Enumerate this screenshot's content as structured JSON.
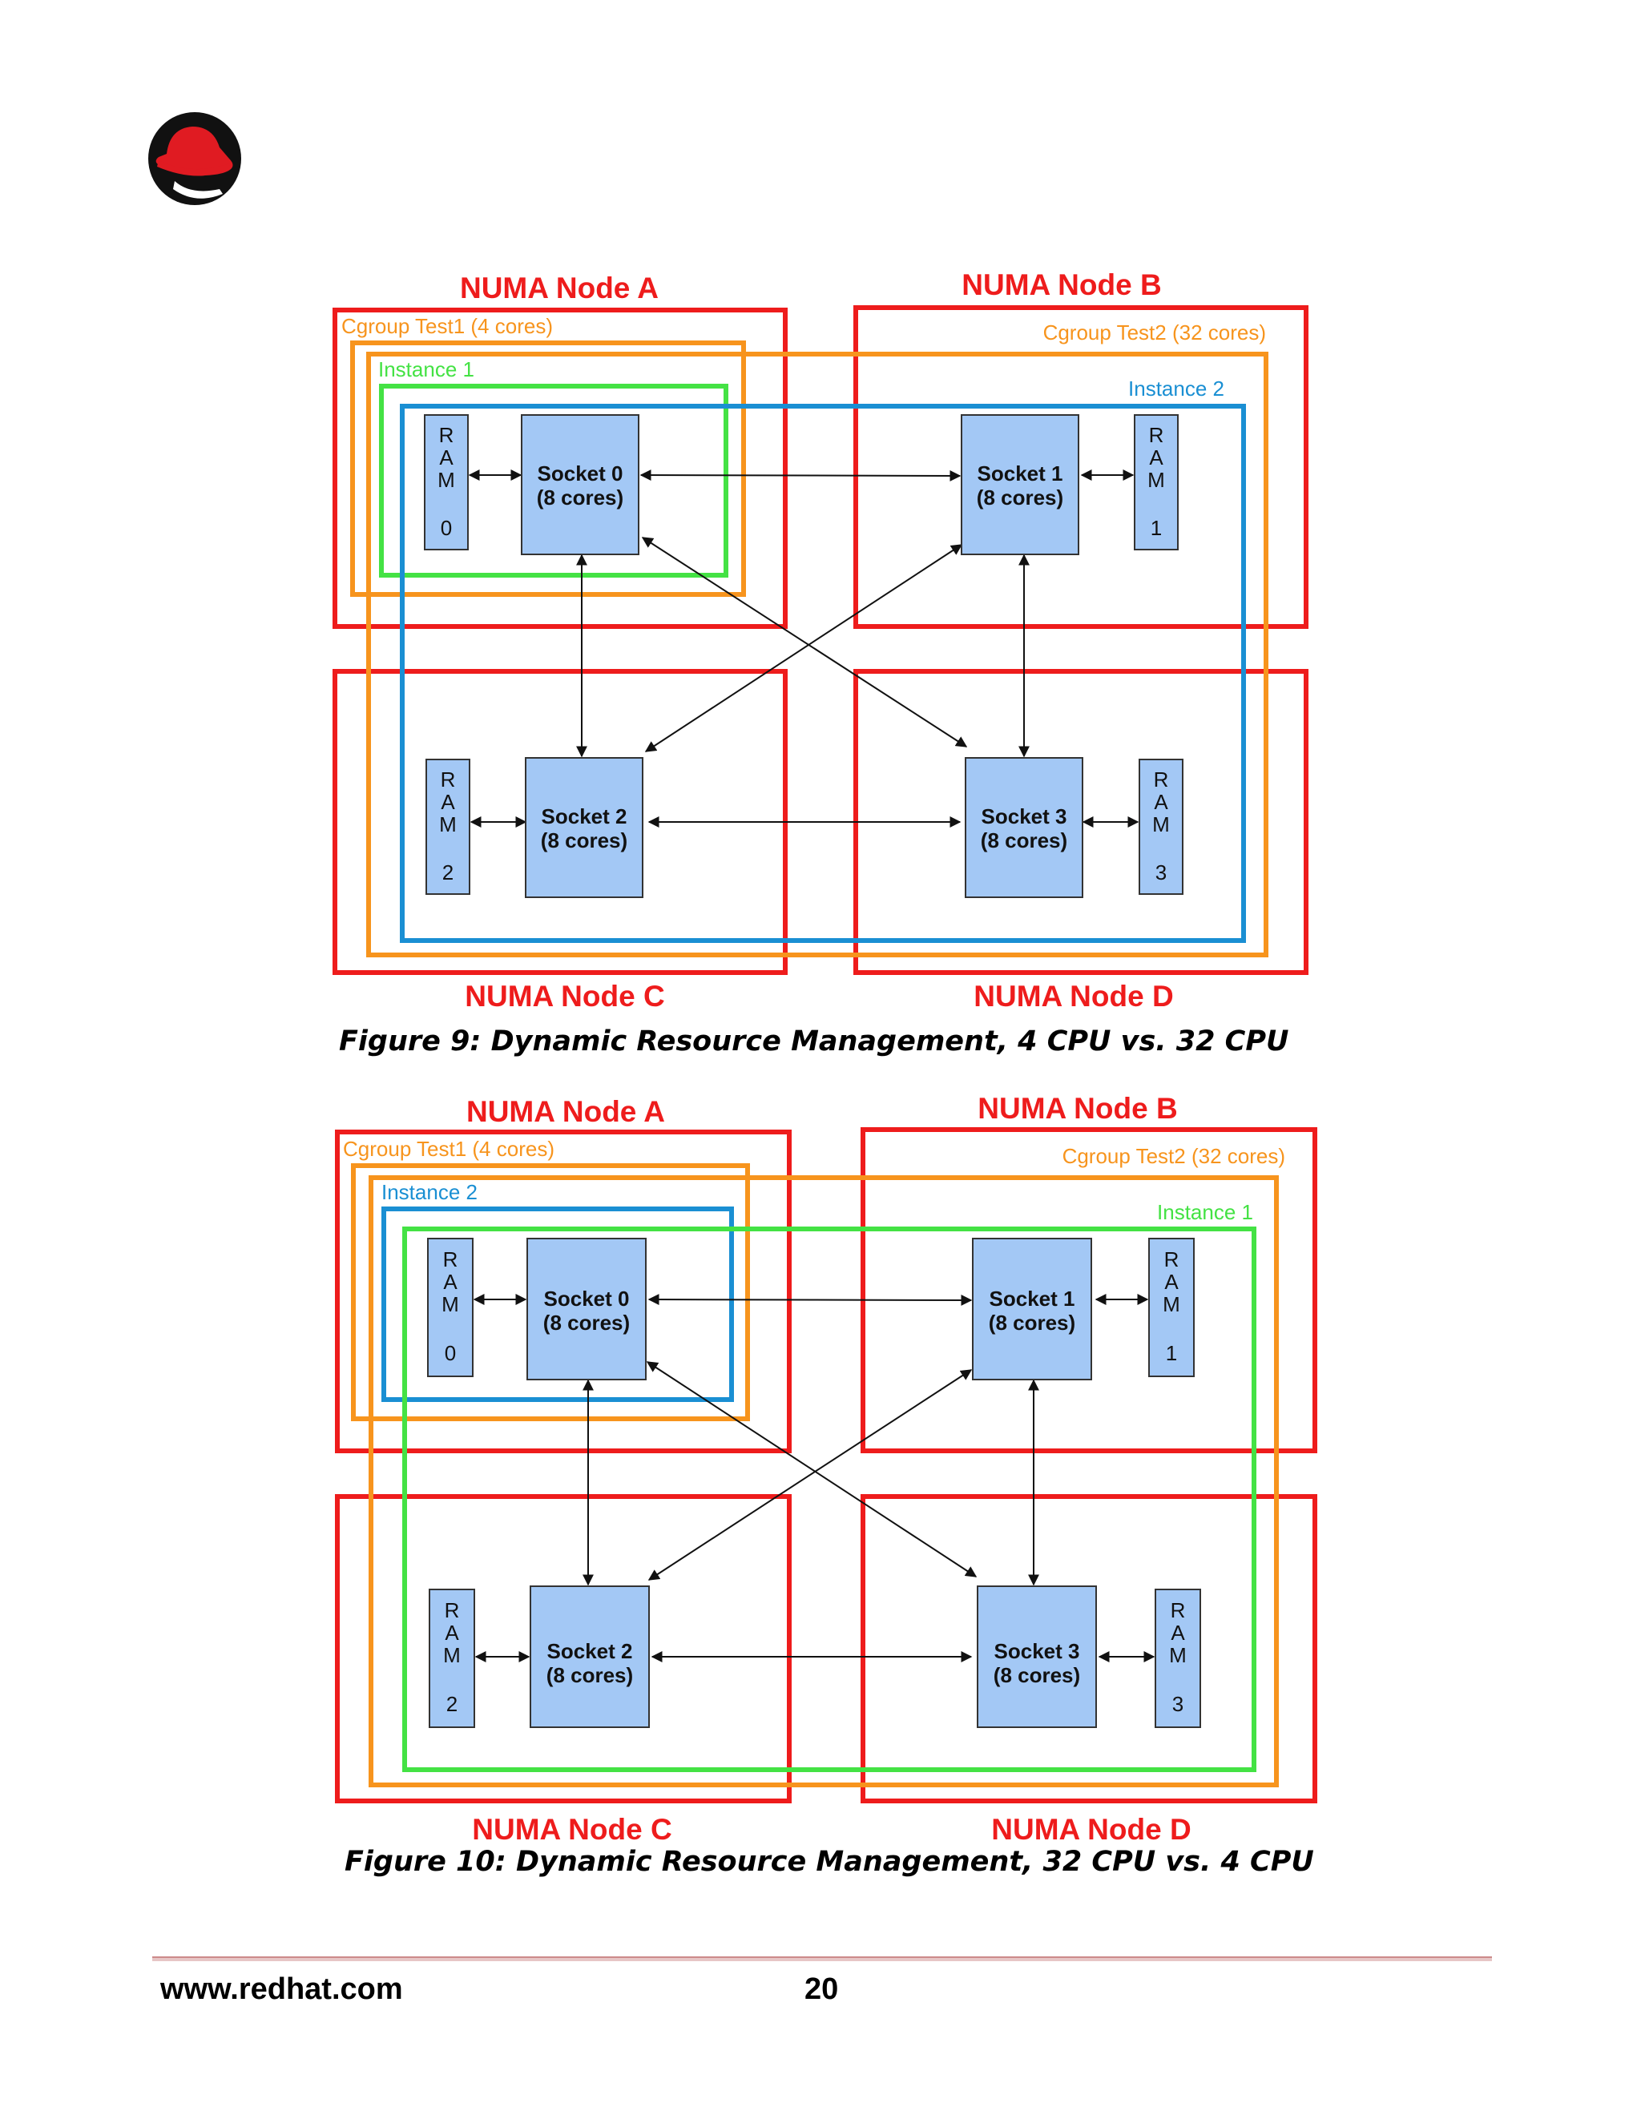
{
  "header": {
    "logo_icon": "redhat-shadowman-logo"
  },
  "colors": {
    "numa": "#ee1c1c",
    "cgroup": "#f7941d",
    "instance1": "#44e244",
    "instance2": "#1a8fd3",
    "socket_fill": "#a3c8f5",
    "socket_stroke": "#333333"
  },
  "figure9": {
    "node_a": "NUMA Node A",
    "node_b": "NUMA Node B",
    "node_c": "NUMA Node C",
    "node_d": "NUMA Node D",
    "cgroup_1": "Cgroup Test1 (4 cores)",
    "cgroup_2": "Cgroup Test2 (32 cores)",
    "instance_1": "Instance 1",
    "instance_2": "Instance 2",
    "socket_0": "Socket 0",
    "socket_1": "Socket 1",
    "socket_2": "Socket 2",
    "socket_3": "Socket 3",
    "cores": "(8 cores)",
    "ram_0": "0",
    "ram_1": "1",
    "ram_2": "2",
    "ram_3": "3",
    "ram_r": "R",
    "ram_a": "A",
    "ram_m": "M",
    "caption": "Figure 9: Dynamic Resource Management, 4 CPU vs. 32 CPU"
  },
  "figure10": {
    "node_a": "NUMA Node A",
    "node_b": "NUMA Node B",
    "node_c": "NUMA Node C",
    "node_d": "NUMA Node D",
    "cgroup_1": "Cgroup Test1 (4 cores)",
    "cgroup_2": "Cgroup Test2 (32 cores)",
    "instance_2": "Instance 2",
    "instance_1": "Instance 1",
    "socket_0": "Socket 0",
    "socket_1": "Socket 1",
    "socket_2": "Socket 2",
    "socket_3": "Socket 3",
    "cores": "(8 cores)",
    "ram_0": "0",
    "ram_1": "1",
    "ram_2": "2",
    "ram_3": "3",
    "ram_r": "R",
    "ram_a": "A",
    "ram_m": "M",
    "caption": "Figure 10: Dynamic Resource Management, 32 CPU vs. 4 CPU"
  },
  "footer": {
    "url": "www.redhat.com",
    "page": "20"
  }
}
